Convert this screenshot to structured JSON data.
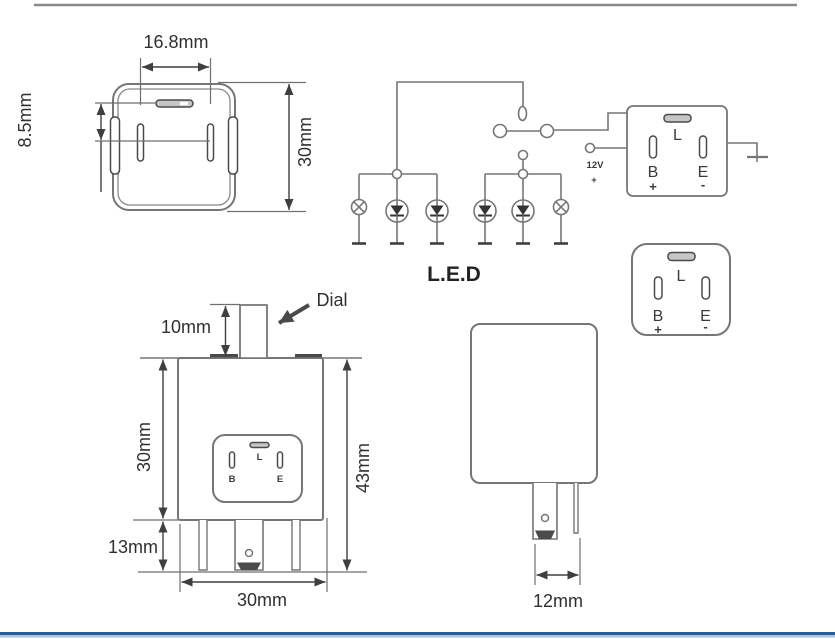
{
  "colors": {
    "background": "#ffffff",
    "drawing_line": "#767676",
    "dimension_line": "#3f3f3f",
    "text": "#2f2f2f",
    "top_rule": "#8a8a8a",
    "bottom_bar": "#2d5b94",
    "bottom_bar_light": "#aac4e0"
  },
  "top_view": {
    "width": "16.8mm",
    "pin_offset": "8.5mm",
    "height": "30mm"
  },
  "led_circuit": {
    "title": "L.E.D",
    "supply_voltage": "12V",
    "supply_polarity": "+"
  },
  "pinout_wired": {
    "pin_l": "L",
    "pin_b": "B",
    "pin_e": "E",
    "b_polarity": "+",
    "e_polarity": "-"
  },
  "pinout_plain": {
    "pin_l": "L",
    "pin_b": "B",
    "pin_e": "E",
    "b_polarity": "+",
    "e_polarity": "-"
  },
  "front_view": {
    "dial_label": "Dial",
    "knob_height": "10mm",
    "body_height": "30mm",
    "pin_length": "13mm",
    "total_height": "43mm",
    "body_width": "30mm",
    "socket": {
      "pin_l": "L",
      "pin_b": "B",
      "pin_e": "E"
    }
  },
  "side_view": {
    "pin_spacing": "12mm"
  }
}
